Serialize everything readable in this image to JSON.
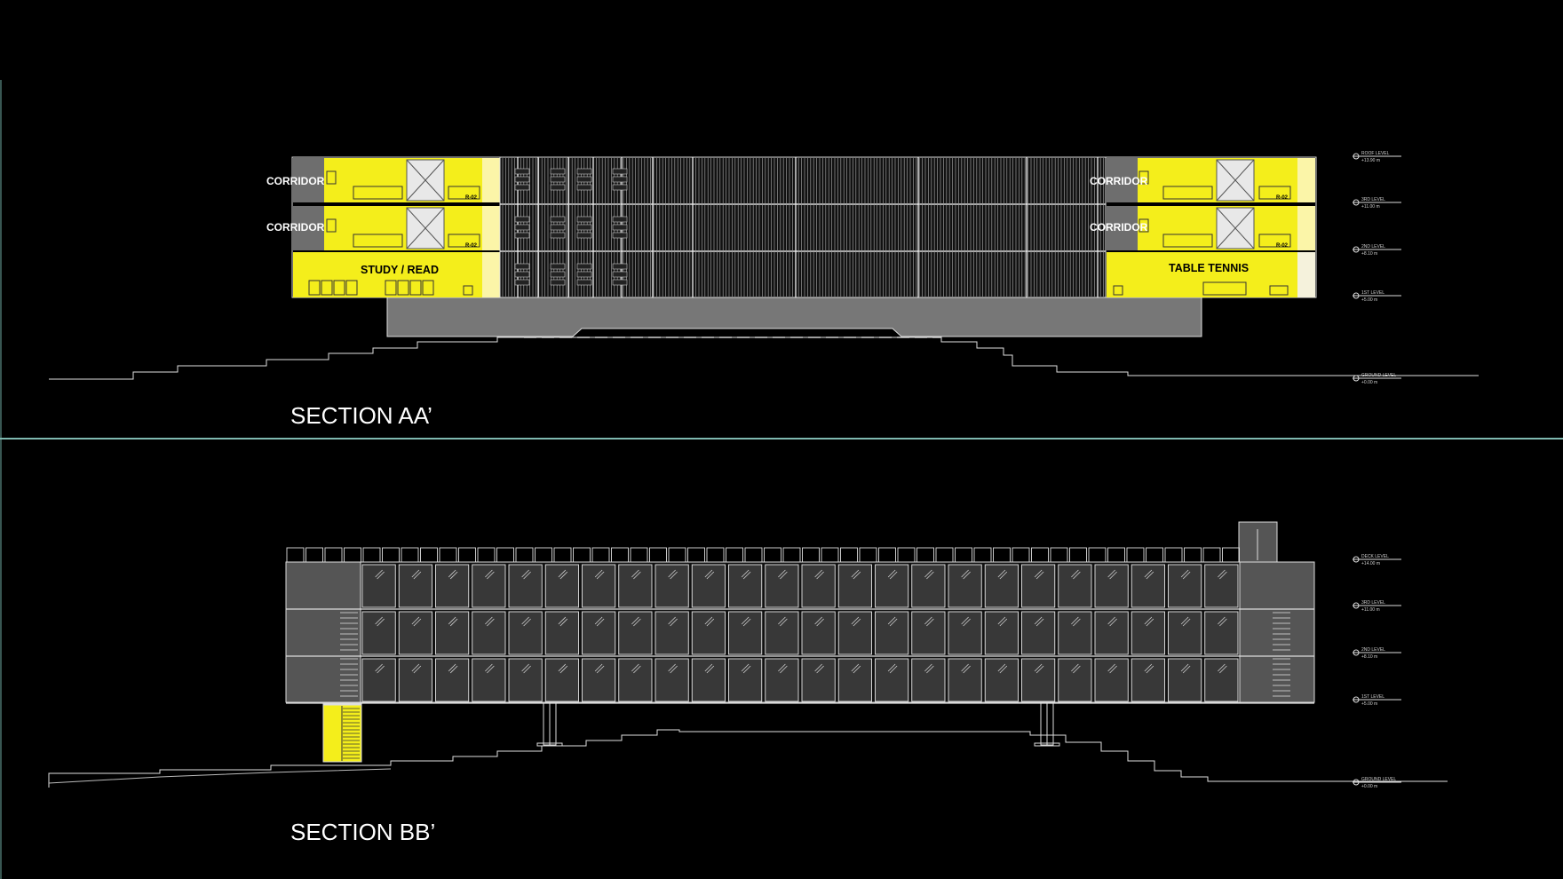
{
  "sections": [
    {
      "title": "SECTION AA’",
      "labels": {
        "corridor": "CORRIDOR",
        "study": "STUDY / READ",
        "tennis": "TABLE TENNIS",
        "room_no": "R-02"
      },
      "levels": [
        {
          "name": "ROOF LEVEL",
          "value": "+13.90 m"
        },
        {
          "name": "3RD LEVEL",
          "value": "+11.00 m"
        },
        {
          "name": "2ND LEVEL",
          "value": "+8.10 m"
        },
        {
          "name": "1ST LEVEL",
          "value": "+5.00 m"
        },
        {
          "name": "GROUND LEVEL",
          "value": "+0.00 m"
        }
      ]
    },
    {
      "title": "SECTION BB’",
      "levels": [
        {
          "name": "DECK LEVEL",
          "value": "+14.00 m"
        },
        {
          "name": "3RD LEVEL",
          "value": "+11.00 m"
        },
        {
          "name": "2ND LEVEL",
          "value": "+8.10 m"
        },
        {
          "name": "1ST LEVEL",
          "value": "+5.00 m"
        },
        {
          "name": "GROUND LEVEL",
          "value": "+0.00 m"
        }
      ]
    }
  ],
  "colors": {
    "background": "#000000",
    "divider": "#7fb8b0",
    "highlight": "#f4ee1b",
    "line": "#d9d9d9",
    "grey_panel": "#6e6e6e"
  }
}
